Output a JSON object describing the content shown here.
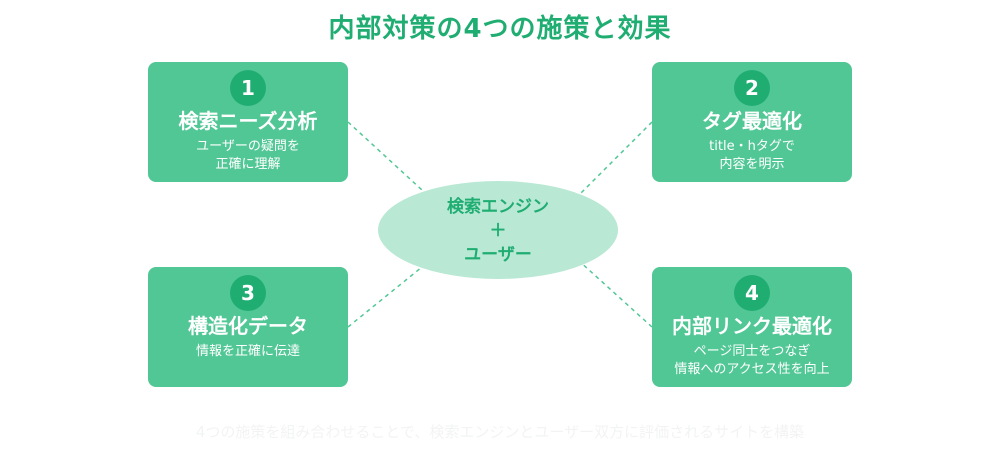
{
  "title": "内部対策の4つの施策と効果",
  "center": {
    "line1": "検索エンジン",
    "line2": "＋",
    "line3": "ユーザー"
  },
  "cards": [
    {
      "number": "1",
      "heading": "検索ニーズ分析",
      "lines": [
        "ユーザーの疑問を",
        "正確に理解"
      ]
    },
    {
      "number": "2",
      "heading": "タグ最適化",
      "lines": [
        "title・hタグで",
        "内容を明示"
      ]
    },
    {
      "number": "3",
      "heading": "構造化データ",
      "lines": [
        "情報を正確に伝達"
      ]
    },
    {
      "number": "4",
      "heading": "内部リンク最適化",
      "lines": [
        "ページ同士をつなぎ",
        "情報へのアクセス性を向上"
      ]
    }
  ],
  "footer": "4つの施策を組み合わせることで、検索エンジンとユーザー双方に評価されるサイトを構築",
  "colors": {
    "accent": "#1fad72",
    "card": "#52c796",
    "center": "#b9e8d4",
    "connector": "#52c796"
  }
}
